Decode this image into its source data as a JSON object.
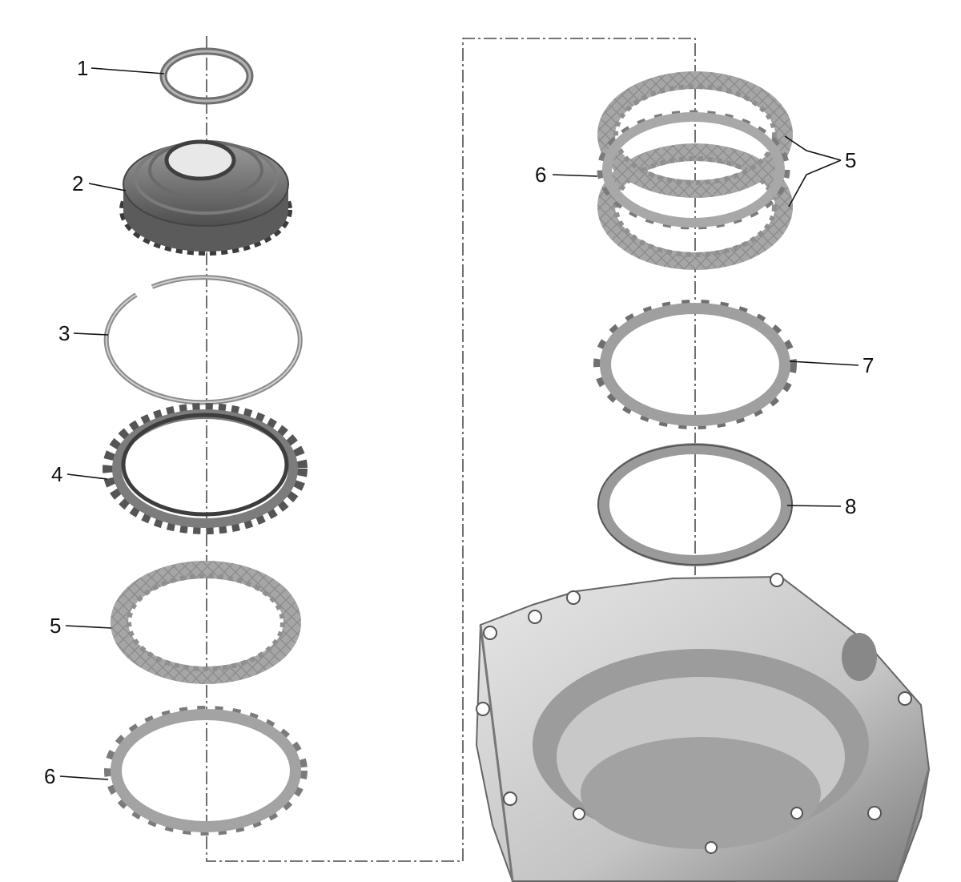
{
  "diagram": {
    "callouts": [
      {
        "id": "1",
        "label": "1"
      },
      {
        "id": "2",
        "label": "2"
      },
      {
        "id": "3",
        "label": "3"
      },
      {
        "id": "4",
        "label": "4"
      },
      {
        "id": "5a",
        "label": "5"
      },
      {
        "id": "6a",
        "label": "6"
      },
      {
        "id": "5b",
        "label": "5"
      },
      {
        "id": "6b",
        "label": "6"
      },
      {
        "id": "7",
        "label": "7"
      },
      {
        "id": "8",
        "label": "8"
      }
    ]
  },
  "colors": {
    "part_dark": "#6d6d6d",
    "part_mid": "#8e8e8e",
    "part_light": "#b9b9b9",
    "casting": "#d2d2d2",
    "casting_shadow": "#8a8a8a",
    "line": "#111111"
  }
}
